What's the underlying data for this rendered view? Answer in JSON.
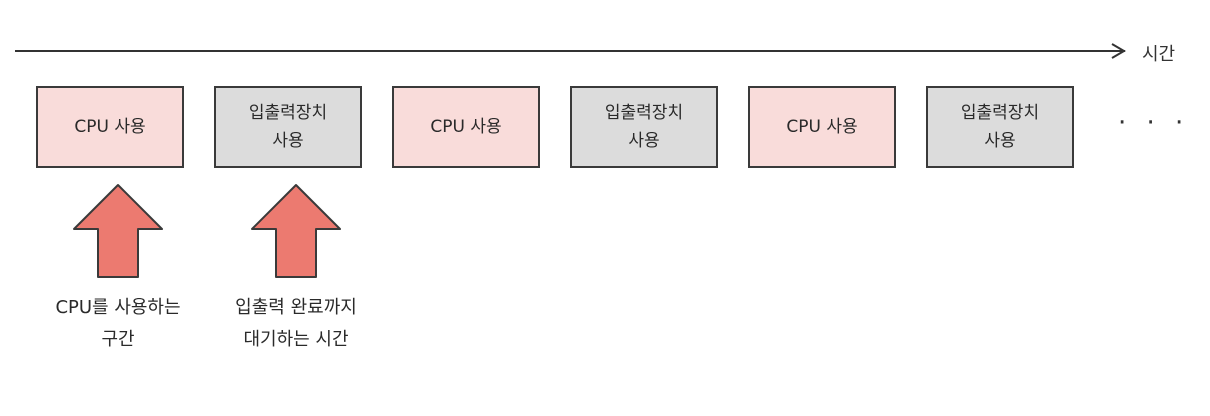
{
  "timeline": {
    "label": "시간"
  },
  "blocks": [
    {
      "kind": "cpu",
      "label": "CPU 사용"
    },
    {
      "kind": "io",
      "label": "입출력장치\n사용"
    },
    {
      "kind": "cpu",
      "label": "CPU 사용"
    },
    {
      "kind": "io",
      "label": "입출력장치\n사용"
    },
    {
      "kind": "cpu",
      "label": "CPU 사용"
    },
    {
      "kind": "io",
      "label": "입출력장치\n사용"
    }
  ],
  "ellipsis": "· · ·",
  "annotations": [
    {
      "caption": "CPU를 사용하는\n구간"
    },
    {
      "caption": "입출력 완료까지\n대기하는 시간"
    }
  ],
  "colors": {
    "cpu_block": "#f9dcda",
    "io_block": "#dcdcdc",
    "arrow_fill": "#ec7a70",
    "outline": "#3a3a3a"
  }
}
